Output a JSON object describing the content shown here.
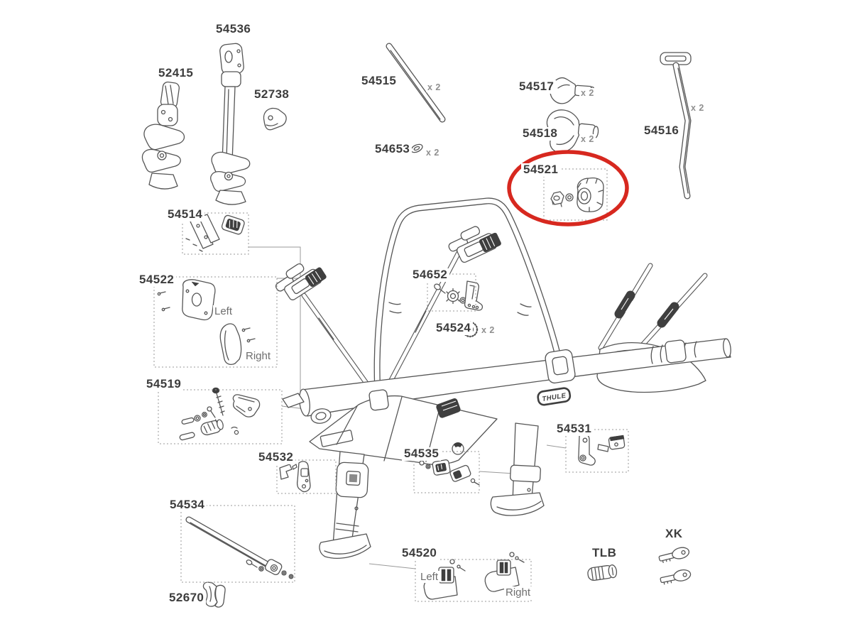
{
  "diagram": {
    "brand_badge": "THULE",
    "highlight_color": "#d7281f",
    "line_color": "#555555",
    "label_color": "#3d3d3d",
    "qty_color": "#8f8f8f",
    "side_left": "Left",
    "side_right": "Right",
    "parts": {
      "p54536": {
        "num": "54536"
      },
      "p52415": {
        "num": "52415"
      },
      "p52738": {
        "num": "52738"
      },
      "p54515": {
        "num": "54515",
        "qty": "x 2"
      },
      "p54653": {
        "num": "54653",
        "qty": "x 2"
      },
      "p54517": {
        "num": "54517",
        "qty": "x 2"
      },
      "p54518": {
        "num": "54518",
        "qty": "x 2"
      },
      "p54516": {
        "num": "54516",
        "qty": "x 2"
      },
      "p54521": {
        "num": "54521",
        "highlighted": true
      },
      "p54514": {
        "num": "54514"
      },
      "p54522": {
        "num": "54522"
      },
      "p54652": {
        "num": "54652"
      },
      "p54524": {
        "num": "54524",
        "qty": "x 2"
      },
      "p54519": {
        "num": "54519"
      },
      "p54532": {
        "num": "54532"
      },
      "p54535": {
        "num": "54535"
      },
      "p54531": {
        "num": "54531"
      },
      "p54534": {
        "num": "54534"
      },
      "p52670": {
        "num": "52670"
      },
      "p54520": {
        "num": "54520"
      },
      "tlb": {
        "num": "TLB"
      },
      "xk": {
        "num": "XK"
      }
    }
  }
}
